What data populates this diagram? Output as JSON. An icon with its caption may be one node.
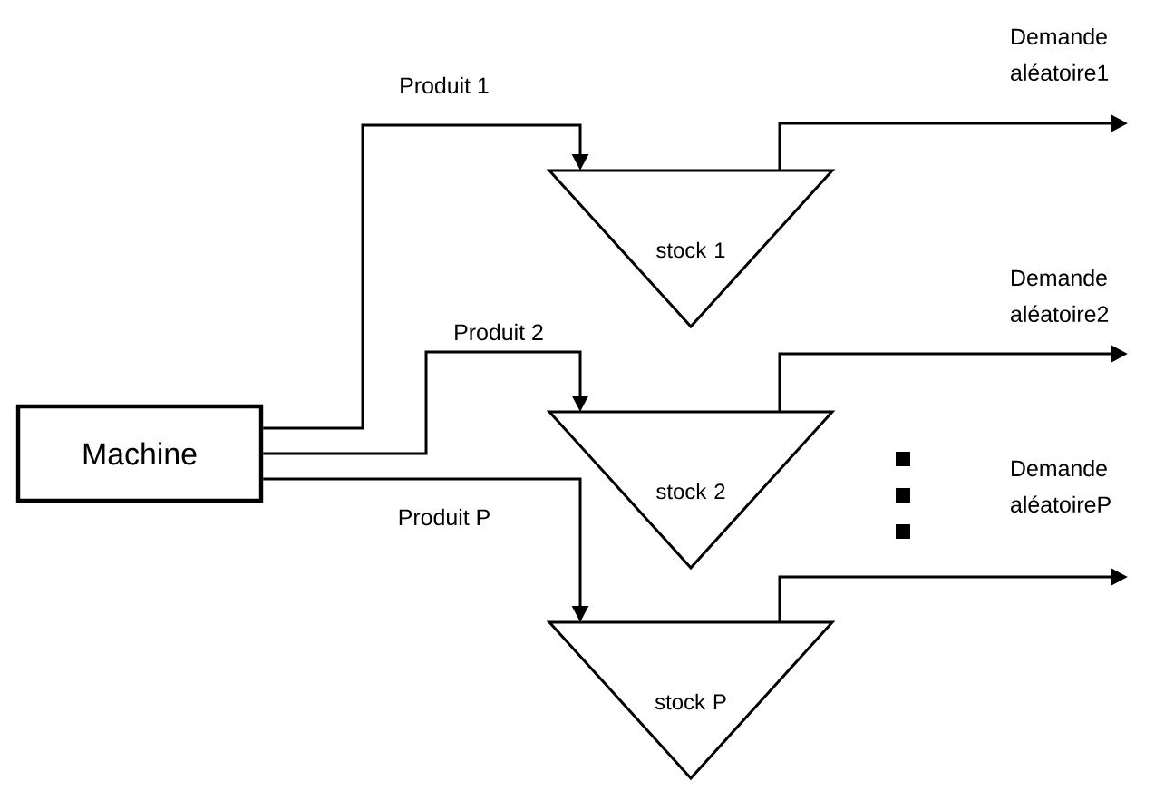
{
  "diagram": {
    "nodes": [
      {
        "text": [
          "Machine"
        ]
      },
      {
        "text": [
          "stock 1"
        ]
      },
      {
        "text": [
          "stock 2"
        ]
      },
      {
        "text": [
          "stock P"
        ]
      }
    ],
    "edges": [
      {
        "from": 0,
        "to": 1,
        "arrow": "to",
        "label": "Produit 1"
      },
      {
        "from": 0,
        "to": 2,
        "arrow": "to",
        "label": "Produit 2"
      },
      {
        "from": 0,
        "to": 3,
        "arrow": "to",
        "label": "Produit P"
      },
      {
        "from": 1,
        "to": null,
        "arrow": "to",
        "label": "Demande aléatoire1"
      },
      {
        "from": 2,
        "to": null,
        "arrow": "to",
        "label": "Demande aléatoire2"
      },
      {
        "from": 3,
        "to": null,
        "arrow": "to",
        "label": "Demande aléatoireP"
      }
    ]
  }
}
